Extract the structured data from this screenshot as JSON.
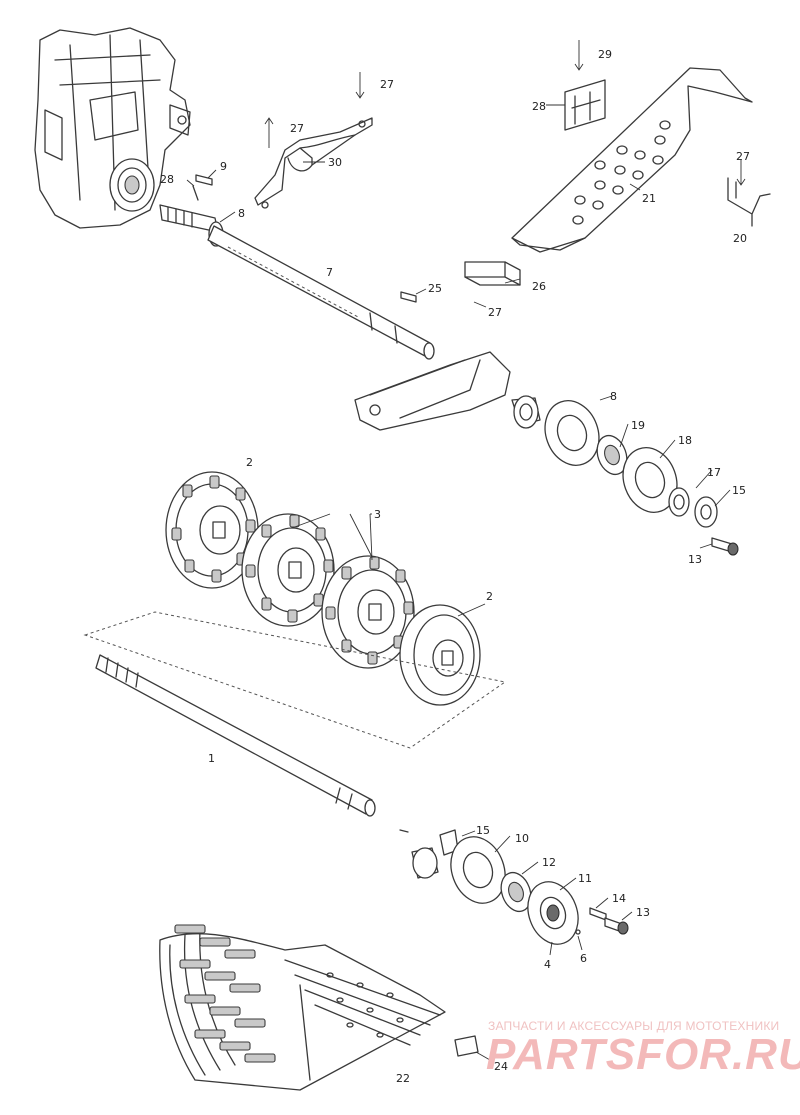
{
  "callouts": [
    {
      "id": "c1",
      "label": "1"
    },
    {
      "id": "c2a",
      "label": "2"
    },
    {
      "id": "c2b",
      "label": "2"
    },
    {
      "id": "c3",
      "label": "3"
    },
    {
      "id": "c4",
      "label": "4"
    },
    {
      "id": "c6",
      "label": "6"
    },
    {
      "id": "c7",
      "label": "7"
    },
    {
      "id": "c8a",
      "label": "8"
    },
    {
      "id": "c8b",
      "label": "8"
    },
    {
      "id": "c9",
      "label": "9"
    },
    {
      "id": "c10",
      "label": "10"
    },
    {
      "id": "c11",
      "label": "11"
    },
    {
      "id": "c12",
      "label": "12"
    },
    {
      "id": "c13a",
      "label": "13"
    },
    {
      "id": "c13b",
      "label": "13"
    },
    {
      "id": "c14",
      "label": "14"
    },
    {
      "id": "c15a",
      "label": "15"
    },
    {
      "id": "c15b",
      "label": "15"
    },
    {
      "id": "c17",
      "label": "17"
    },
    {
      "id": "c18",
      "label": "18"
    },
    {
      "id": "c19",
      "label": "19"
    },
    {
      "id": "c20",
      "label": "20"
    },
    {
      "id": "c21",
      "label": "21"
    },
    {
      "id": "c22",
      "label": "22"
    },
    {
      "id": "c24",
      "label": "24"
    },
    {
      "id": "c25",
      "label": "25"
    },
    {
      "id": "c26",
      "label": "26"
    },
    {
      "id": "c27a",
      "label": "27"
    },
    {
      "id": "c27b",
      "label": "27"
    },
    {
      "id": "c27c",
      "label": "27"
    },
    {
      "id": "c27d",
      "label": "27"
    },
    {
      "id": "c28a",
      "label": "28"
    },
    {
      "id": "c28b",
      "label": "28"
    },
    {
      "id": "c29",
      "label": "29"
    },
    {
      "id": "c30",
      "label": "30"
    }
  ],
  "watermark": {
    "tagline": "ЗАПЧАСТИ И АКСЕССУАРЫ ДЛЯ МОТОТЕХНИКИ",
    "logo_text": "PARTSFOR.RU",
    "color": "#f3b9b9"
  },
  "colors": {
    "line": "#3a3a3a",
    "background": "#ffffff"
  }
}
